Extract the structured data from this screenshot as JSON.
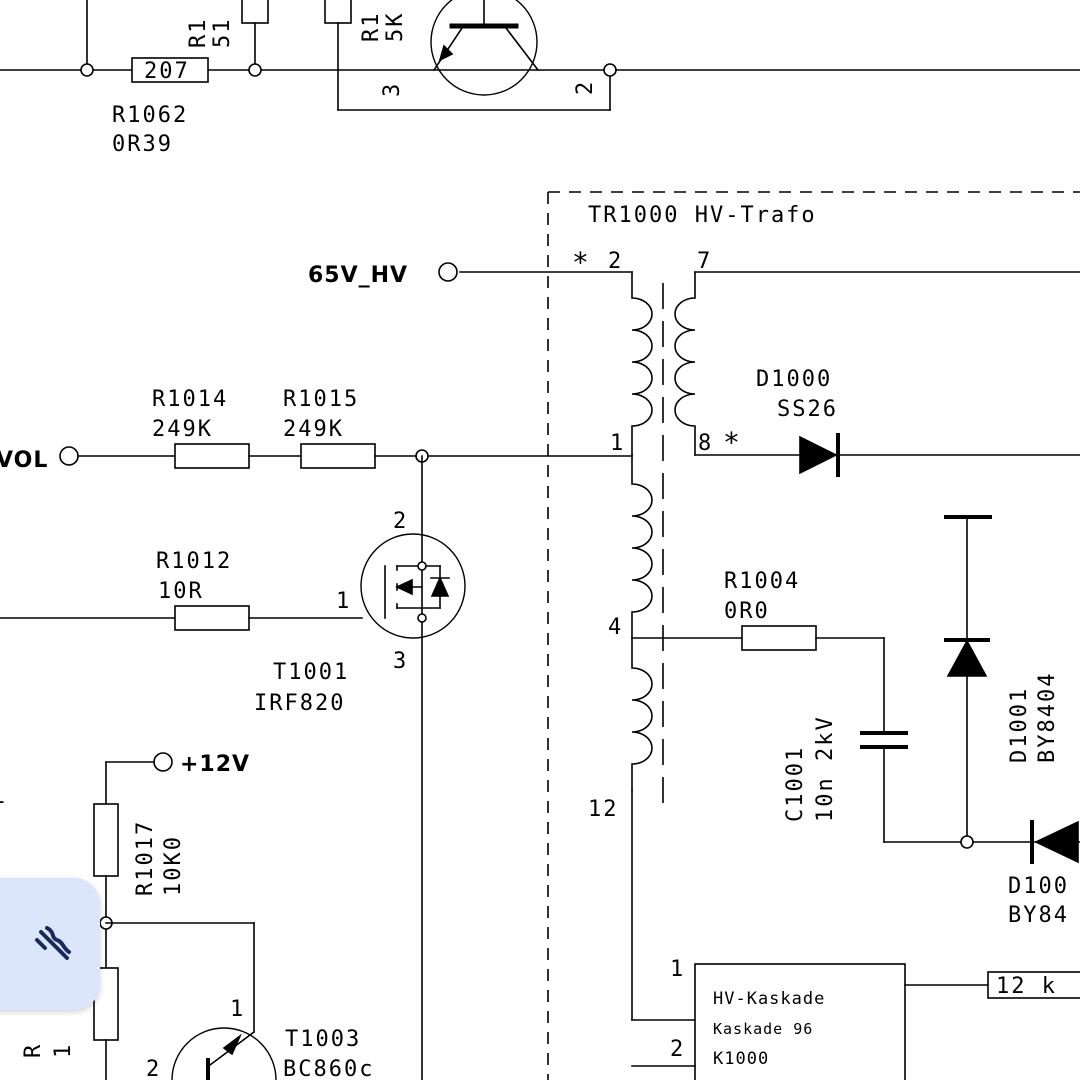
{
  "top": {
    "r_top_left_partial": "R1\n51",
    "r_top_mid_partial": "R1\n5K",
    "r1062_box": "207",
    "r1062_name": "R1062",
    "r1062_value": "0R39",
    "q_top_pin3": "3",
    "q_top_pin2": "2"
  },
  "transformer": {
    "title": "TR1000 HV-Trafo",
    "pin2": "2",
    "pin7": "7",
    "pin1": "1",
    "pin8": "8",
    "pin4": "4",
    "pin12": "12",
    "dot_mark": "*"
  },
  "nets": {
    "hv65": "65V_HV",
    "vol": "VOL",
    "v12": "+12V"
  },
  "components": {
    "r1014_name": "R1014",
    "r1014_value": "249K",
    "r1015_name": "R1015",
    "r1015_value": "249K",
    "r1012_name": "R1012",
    "r1012_value": "10R",
    "t1001_name": "T1001",
    "t1001_value": "IRF820",
    "t1001_pin1": "1",
    "t1001_pin2": "2",
    "t1001_pin3": "3",
    "d1000_name": "D1000",
    "d1000_value": "SS26",
    "r1004_name": "R1004",
    "r1004_value": "0R0",
    "c1001_name": "C1001",
    "c1001_value": "10n 2kV",
    "d1001_name": "D1001",
    "d1001_value": "BY8404",
    "d100x_name": "D100",
    "d100x_value": "BY84",
    "r1017_name": "R1017",
    "r1017_value": "10K0",
    "r_lower_partial": "R\n1",
    "t1003_name": "T1003",
    "t1003_value": "BC860c",
    "t1003_pin1": "1",
    "t1003_pin2": "2"
  },
  "kaskade": {
    "line1": "HV-Kaskade",
    "line2": "Kaskade 96",
    "line3": "K1000",
    "pin1": "1",
    "pin2": "2",
    "out_label": "12 k"
  },
  "edge_mark": "-",
  "fab": {
    "icon": "tools-icon",
    "color": "#dce6fb"
  }
}
